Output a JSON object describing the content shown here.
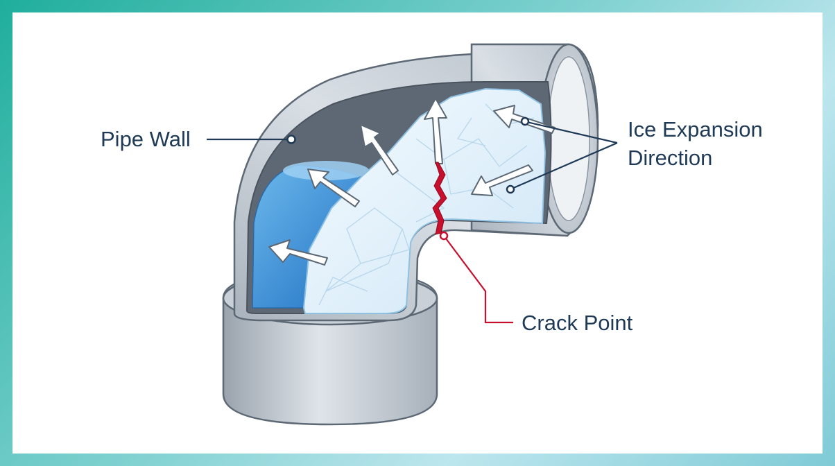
{
  "colors": {
    "frame_start": "#1fae9c",
    "frame_end": "#7fcbd6",
    "panel": "#ffffff",
    "pipe": "#c8ced6",
    "pipe_outline": "#5d6875",
    "water": "#3d90d6",
    "ice": "#e4f2fb",
    "crack": "#c8102e",
    "label_text": "#1f3a56"
  },
  "labels": {
    "pipe_wall": "Pipe Wall",
    "ice_expansion_line1": "Ice Expansion",
    "ice_expansion_line2": "Direction",
    "crack_point": "Crack Point"
  }
}
